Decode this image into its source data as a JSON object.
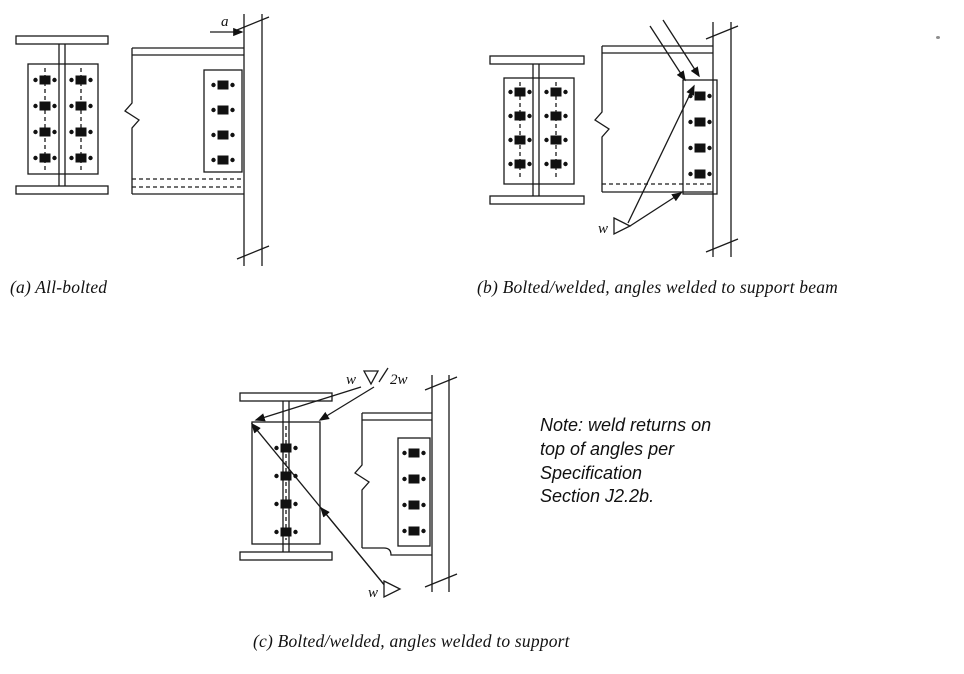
{
  "figures": {
    "a": {
      "caption": "(a) All-bolted",
      "dimension_label": "a"
    },
    "b": {
      "caption": "(b) Bolted/welded, angles welded to support beam",
      "weld_label": "w"
    },
    "c": {
      "caption": "(c) Bolted/welded, angles welded to support",
      "weld_top_label": "w",
      "weld_top_size_label": "2w",
      "weld_bottom_label": "w"
    }
  },
  "note": {
    "text": "Note: weld returns on\ntop of angles per\nSpecification\nSection J2.2b."
  },
  "colors": {
    "line": "#1a1a1a",
    "ink": "#111111",
    "background": "#ffffff"
  }
}
